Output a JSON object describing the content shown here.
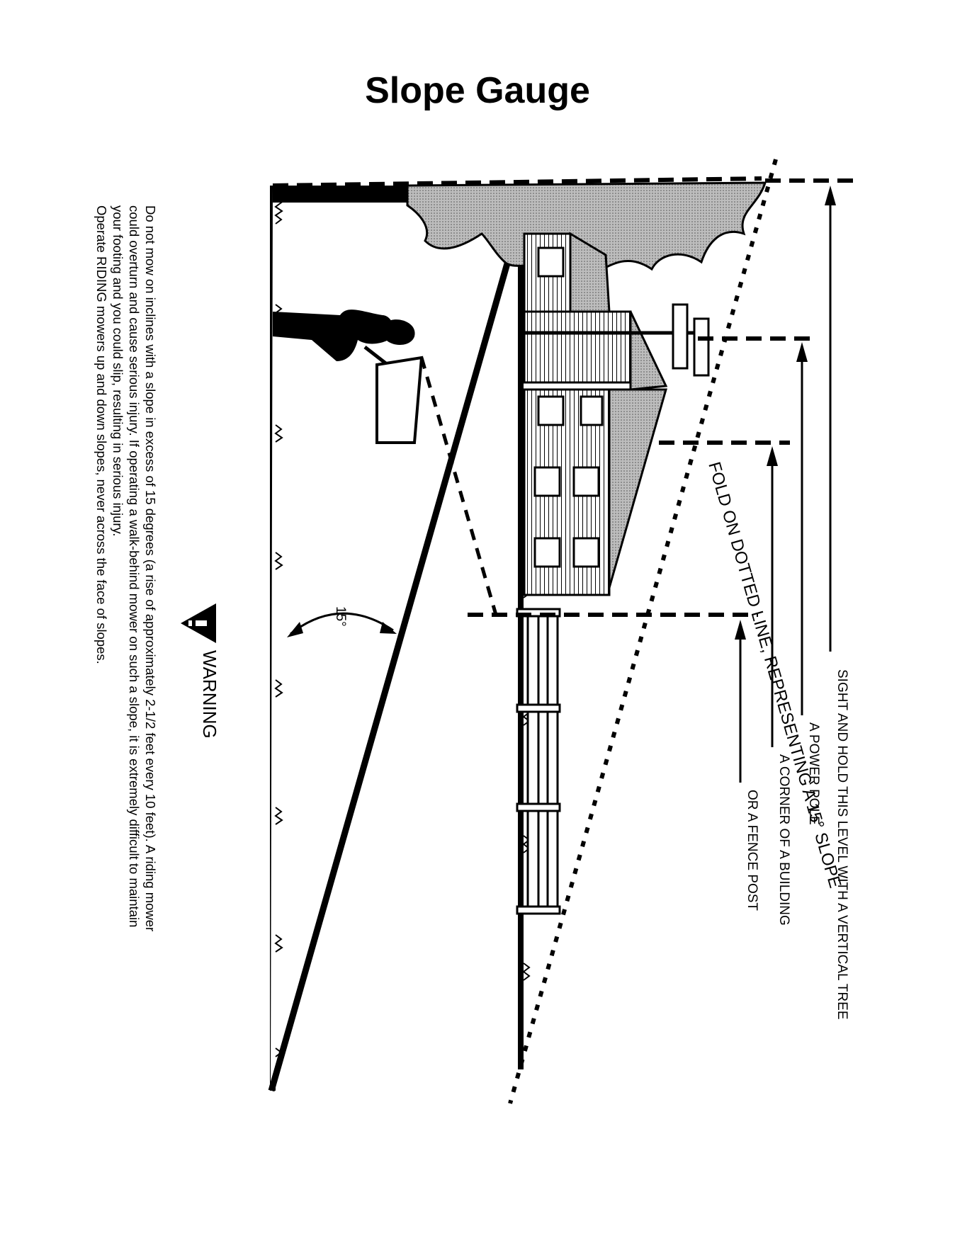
{
  "title": "Slope Gauge",
  "sighting_labels": {
    "tree": "SIGHT AND HOLD THIS LEVEL WITH A VERTICAL TREE",
    "pole": "A POWER POLE",
    "building": "A CORNER OF A BUILDING",
    "fence": "OR A FENCE POST"
  },
  "fold_label": "FOLD ON DOTTED LINE, REPRESENTING A 15° SLOPE",
  "angle_label": "15°",
  "warning": {
    "heading": "WARNING",
    "lines": [
      "Do not mow on inclines with a slope in excess of 15 degrees (a rise of approximately 2-1/2 feet every 10 feet).  A riding mower",
      "could overturn and cause serious injury.  If operating a walk-behind mower on such a slope, it is extremely difficult to maintain",
      "your footing and you could slip, resulting in serious injury.",
      "Operate RIDING mowers up and down slopes, never across the face of slopes."
    ]
  },
  "colors": {
    "ink": "#000000",
    "shade": "#8a8a8a",
    "roof": "#c8c8c8"
  }
}
